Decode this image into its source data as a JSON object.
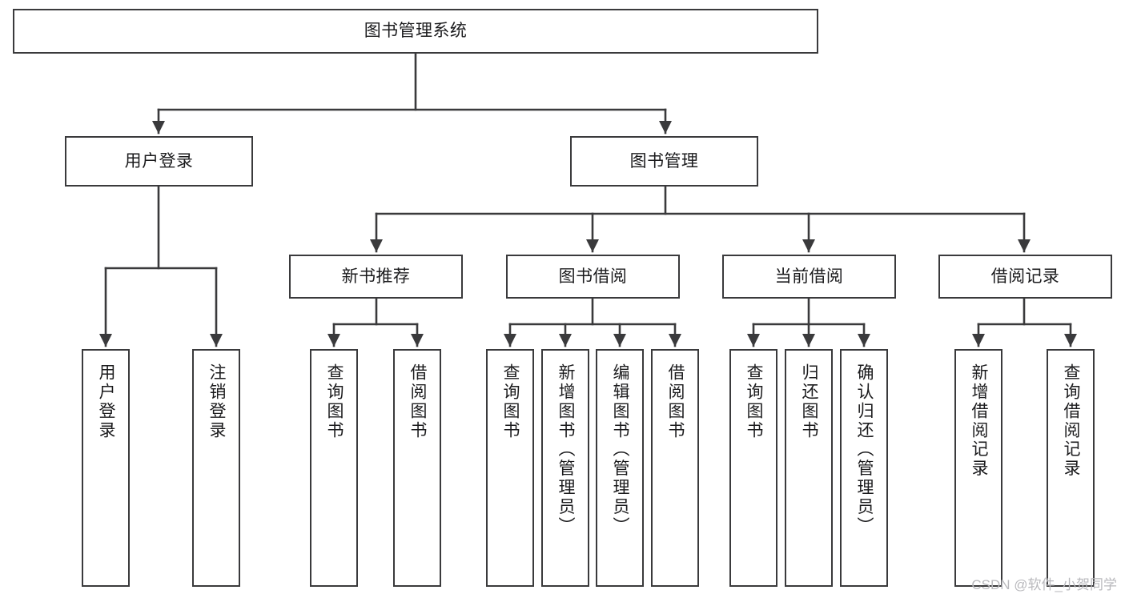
{
  "diagram": {
    "title": "图书管理系统",
    "type": "hierarchy-tree",
    "colors": {
      "background": "#ffffff",
      "stroke": "#3a3a3c",
      "text": "#1b1b1d",
      "watermark": "#b9b9bd"
    },
    "root": {
      "label": "图书管理系统"
    },
    "level1": [
      {
        "label": "用户登录"
      },
      {
        "label": "图书管理"
      }
    ],
    "level2": [
      {
        "label": "新书推荐"
      },
      {
        "label": "图书借阅"
      },
      {
        "label": "当前借阅"
      },
      {
        "label": "借阅记录"
      }
    ],
    "leaves": {
      "user_login": [
        {
          "label": "用户登录"
        },
        {
          "label": "注销登录"
        }
      ],
      "new_book_recommend": [
        {
          "label": "查询图书"
        },
        {
          "label": "借阅图书"
        }
      ],
      "book_borrow": [
        {
          "label": "查询图书"
        },
        {
          "label": "新增图书（管理员）"
        },
        {
          "label": "编辑图书（管理员）"
        },
        {
          "label": "借阅图书"
        }
      ],
      "current_borrow": [
        {
          "label": "查询图书"
        },
        {
          "label": "归还图书"
        },
        {
          "label": "确认归还（管理员）"
        }
      ],
      "borrow_record": [
        {
          "label": "新增借阅记录"
        },
        {
          "label": "查询借阅记录"
        }
      ]
    }
  },
  "watermark": {
    "text": "CSDN @软件_小贺同学"
  }
}
